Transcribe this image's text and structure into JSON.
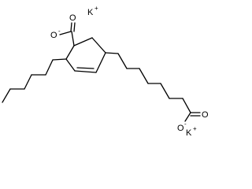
{
  "structure": {
    "atoms": {
      "potassium_1": {
        "symbol": "K",
        "charge": "+"
      },
      "potassium_2": {
        "symbol": "K",
        "charge": "+"
      },
      "carboxylate_1_o_single": {
        "symbol": "O",
        "charge": "-"
      },
      "carboxylate_1_o_double": {
        "symbol": "O",
        "charge": ""
      },
      "carboxylate_2_o_single": {
        "symbol": "O",
        "charge": "-"
      },
      "carboxylate_2_o_double": {
        "symbol": "O",
        "charge": ""
      }
    },
    "colors": {
      "bond": "#000000",
      "label": "#000000",
      "background": "#ffffff"
    }
  }
}
